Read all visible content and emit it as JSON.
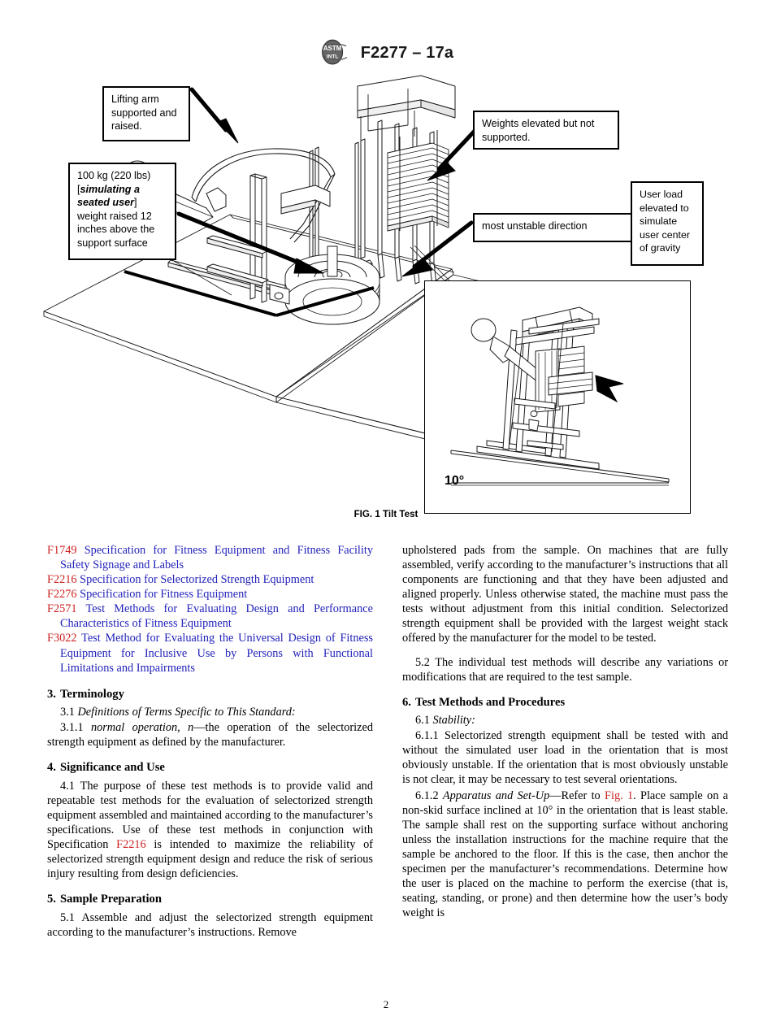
{
  "header": {
    "logo_name": "astm-logo",
    "designation": "F2277 – 17a"
  },
  "figure": {
    "caption": "FIG. 1 Tilt Test",
    "callouts": {
      "lifting_arm": "Lifting arm supported and raised.",
      "weights_elevated": "Weights elevated but not supported.",
      "unstable_direction": "most unstable direction",
      "user_load": "User load elevated to simulate user center of gravity",
      "weight_load_line1": "100 kg (220 lbs)",
      "weight_load_bracket_open": "[",
      "weight_load_emphasis": "simulating a seated user",
      "weight_load_bracket_close": "]",
      "weight_load_rest": "weight raised 12 inches above the support surface"
    },
    "inset": {
      "angle_label": "10°"
    }
  },
  "references": [
    {
      "id": "F1749",
      "title": "Specification for Fitness Equipment and Fitness Facility Safety Signage and Labels"
    },
    {
      "id": "F2216",
      "title": "Specification for Selectorized Strength Equipment"
    },
    {
      "id": "F2276",
      "title": "Specification for Fitness Equipment"
    },
    {
      "id": "F2571",
      "title": "Test Methods for Evaluating Design and Performance Characteristics of Fitness Equipment"
    },
    {
      "id": "F3022",
      "title": "Test Method for Evaluating the Universal Design of Fitness Equipment for Inclusive Use by Persons with Functional Limitations and Impairments"
    }
  ],
  "left_column": {
    "terminology": {
      "number": "3.",
      "title": "Terminology",
      "p31_num": "3.1",
      "p31_italic": "Definitions of Terms Specific to This Standard:",
      "p311_num": "3.1.1",
      "p311_italic": "normal operation, n",
      "p311_text": "—the operation of the selectorized strength equipment as defined by the manufacturer."
    },
    "significance": {
      "number": "4.",
      "title": "Significance and Use",
      "p41_num": "4.1",
      "p41_part1": "The purpose of these test methods is to provide valid and repeatable test methods for the evaluation of selectorized strength equipment assembled and maintained according to the manufacturer’s specifications. Use of these test methods in conjunction with Specification ",
      "p41_link": "F2216",
      "p41_part2": " is intended to maximize the reliability of selectorized strength equipment design and reduce the risk of serious injury resulting from design deficiencies."
    },
    "sample_prep": {
      "number": "5.",
      "title": "Sample Preparation",
      "p51_num": "5.1",
      "p51_text": "Assemble and adjust the selectorized strength equipment according to the manufacturer’s instructions. Remove"
    }
  },
  "right_column": {
    "p51_continued": "upholstered pads from the sample. On machines that are fully assembled, verify according to the manufacturer’s instructions that all components are functioning and that they have been adjusted and aligned properly. Unless otherwise stated, the machine must pass the tests without adjustment from this initial condition. Selectorized strength equipment shall be provided with the largest weight stack offered by the manufacturer for the model to be tested.",
    "p52_num": "5.2",
    "p52_text": "The individual test methods will describe any variations or modifications that are required to the test sample.",
    "test_methods": {
      "number": "6.",
      "title": "Test Methods and Procedures",
      "p61_num": "6.1",
      "p61_italic": "Stability:",
      "p611_num": "6.1.1",
      "p611_text": "Selectorized strength equipment shall be tested with and without the simulated user load in the orientation that is most obviously unstable. If the orientation that is most obviously unstable is not clear, it may be necessary to test several orientations.",
      "p612_num": "6.1.2",
      "p612_italic": "Apparatus and Set-Up",
      "p612_part1": "—Refer to ",
      "p612_link": "Fig. 1",
      "p612_part2": ". Place sample on a non-skid surface inclined at 10° in the orientation that is least stable. The sample shall rest on the supporting surface without anchoring unless the installation instructions for the machine require that the sample be anchored to the floor. If this is the case, then anchor the specimen per the manufacturer’s recommendations. Determine how the user is placed on the machine to perform the exercise (that is, seating, standing, or prone) and then determine how the user’s body weight is"
    }
  },
  "footer": {
    "page_number": "2"
  },
  "colors": {
    "link_red": "#cc2222",
    "link_blue": "#2222bb",
    "ink": "#000000"
  }
}
